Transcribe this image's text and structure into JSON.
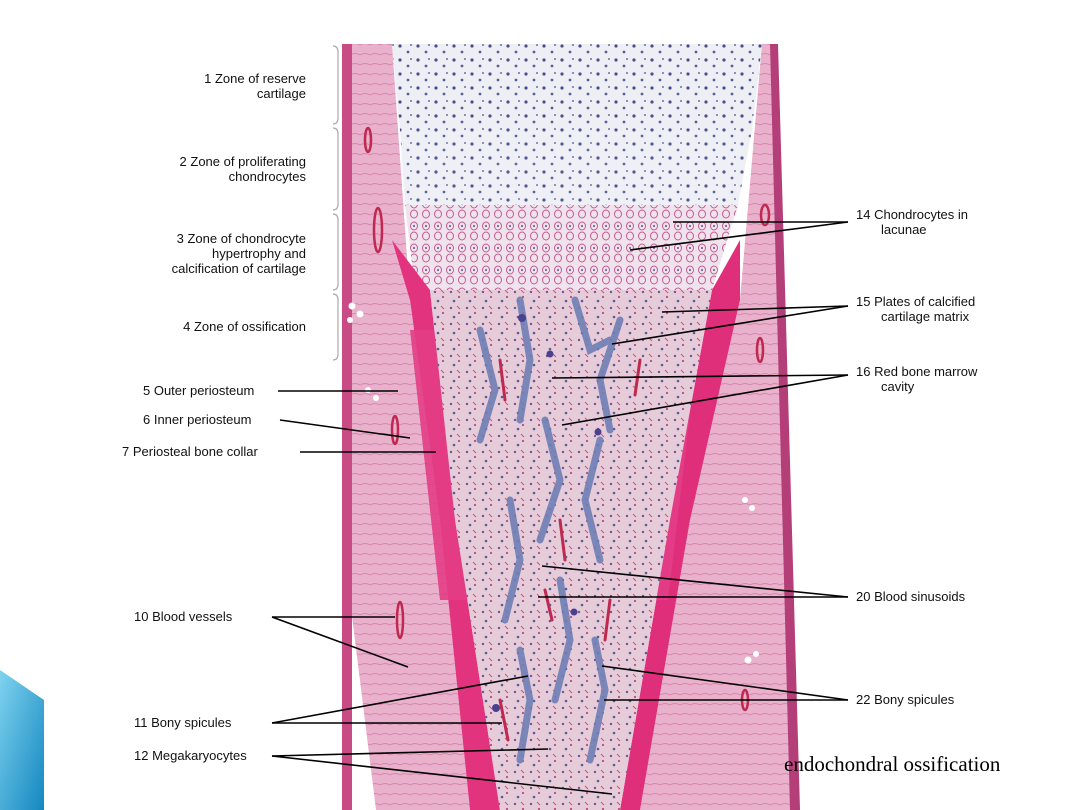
{
  "figure": {
    "caption": "endochondral ossification",
    "zones": [
      {
        "id": "zone1",
        "line1": "1  Zone of reserve",
        "line2": "cartilage"
      },
      {
        "id": "zone2",
        "line1": "2  Zone of proliferating",
        "line2": "chondrocytes"
      },
      {
        "id": "zone3",
        "line1": "3  Zone of chondrocyte",
        "line2": "hypertrophy and",
        "line3": "calcification of cartilage"
      },
      {
        "id": "zone4",
        "line1": "4  Zone of ossification"
      }
    ],
    "left_labels": [
      {
        "id": "l5",
        "text": "5  Outer periosteum"
      },
      {
        "id": "l6",
        "text": "6  Inner periosteum"
      },
      {
        "id": "l7",
        "text": "7  Periosteal bone collar"
      },
      {
        "id": "l10",
        "text": "10  Blood vessels"
      },
      {
        "id": "l11",
        "text": "11  Bony spicules"
      },
      {
        "id": "l12",
        "text": "12  Megakaryocytes"
      }
    ],
    "right_labels": [
      {
        "id": "r14",
        "line1": "14  Chondrocytes in",
        "line2": "lacunae"
      },
      {
        "id": "r15",
        "line1": "15  Plates of calcified",
        "line2": "cartilage matrix"
      },
      {
        "id": "r16",
        "line1": "16  Red bone marrow",
        "line2": "cavity"
      },
      {
        "id": "r20",
        "line1": "20  Blood sinusoids"
      },
      {
        "id": "r22",
        "line1": "22  Bony spicules"
      }
    ],
    "colors": {
      "cartilage": "#ececf4",
      "chondrocyte": "#4a4f8a",
      "periosteum": "#e7a9c8",
      "bone_collar": "#e2337e",
      "marrow": "#e4c6d6",
      "spicule": "#6f7fb5",
      "corner_accent": "#1aa6d6"
    }
  }
}
